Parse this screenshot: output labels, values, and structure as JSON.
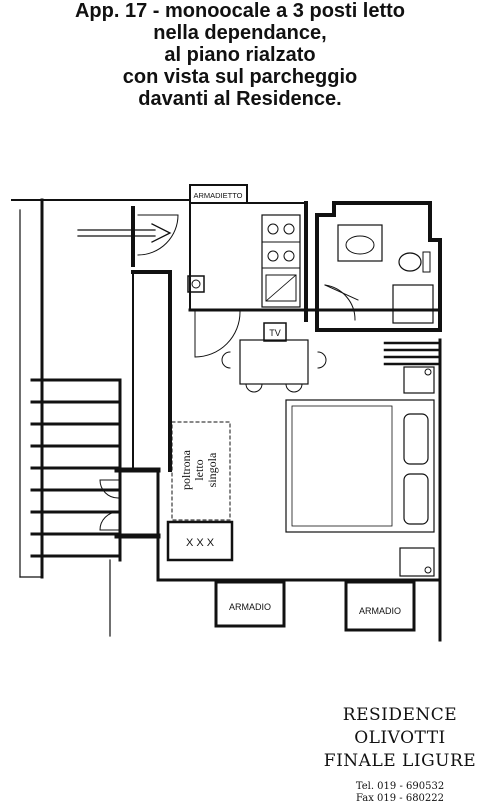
{
  "title_lines": [
    "App. 17 - monoocale a 3 posti letto",
    "nella dependance,",
    "al piano rialzato",
    "con vista sul parcheggio",
    "davanti al Residence."
  ],
  "labels": {
    "armadietto": "ARMADIETTO",
    "tv": "TV",
    "poltrona_line1": "poltrona",
    "poltrona_line2": "letto",
    "poltrona_line3": "singola",
    "x_marks": "X X X",
    "armadio_left": "ARMADIO",
    "armadio_right": "ARMADIO"
  },
  "brand": {
    "name_line1": "RESIDENCE OLIVOTTI",
    "name_line2": "FINALE LIGURE",
    "tel": "Tel. 019 - 690532",
    "fax": "Fax 019 - 680222"
  }
}
